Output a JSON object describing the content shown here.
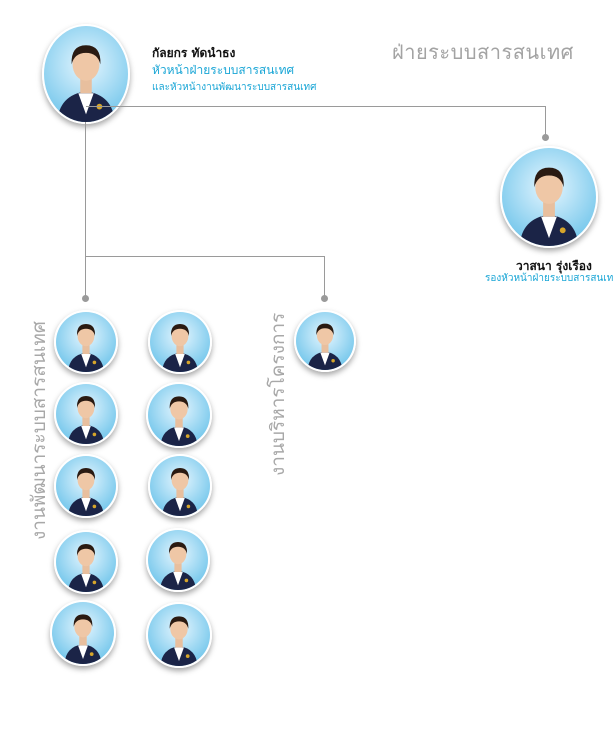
{
  "department": {
    "title": "ฝ่ายระบบสารสนเทศ"
  },
  "head": {
    "name": "กัลยกร ทัดนำธง",
    "position": "หัวหน้าฝ่ายระบบสารสนเทศ",
    "position2": "และหัวหน้างานพัฒนาระบบสารสนเทศ"
  },
  "deputy": {
    "name": "วาสนา รุ่งเรือง",
    "position": "รองหัวหน้าฝ่ายระบบสารสนเทศ"
  },
  "groups": {
    "development": {
      "label": "งานพัฒนาระบบสารสนเทศ"
    },
    "projects": {
      "label": "งานบริหารโครงการ"
    }
  },
  "colors": {
    "accent": "#1aa6d6",
    "line": "#9a9a9a",
    "label": "#a8a8a8",
    "jacket": "#1b2447"
  }
}
